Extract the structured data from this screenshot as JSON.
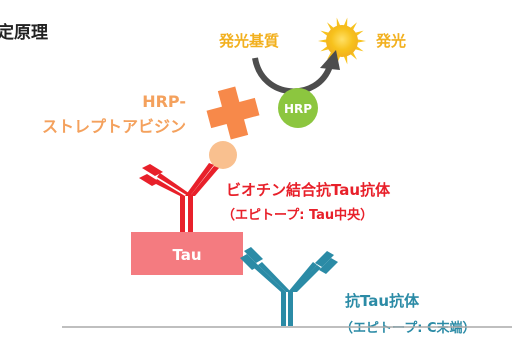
{
  "title": "定原理",
  "substrate": {
    "label": "発光基質",
    "color": "#f2b01e"
  },
  "luminescence": {
    "label": "発光",
    "color": "#f2b01e"
  },
  "hrp_conjugate": {
    "line1": "HRP-",
    "line2": "ストレプトアビジン",
    "color": "#f4a15d"
  },
  "hrp_badge": {
    "label": "HRP",
    "color": "#8cc63f"
  },
  "streptavidin_color": "#f7894a",
  "biotin_color": "#f9c08f",
  "detection_antibody": {
    "name": "ビオチン結合抗Tau抗体",
    "epitope": "（エピトープ: Tau中央）",
    "color": "#e8202a"
  },
  "tau_box": {
    "label": "Tau",
    "color": "#f47b80"
  },
  "capture_antibody": {
    "name": "抗Tau抗体",
    "epitope": "（エピトープ: C末端）",
    "color": "#2b8ba6"
  },
  "arrow_color": "#4d4d4d",
  "surface_color": "#aaaaaa"
}
